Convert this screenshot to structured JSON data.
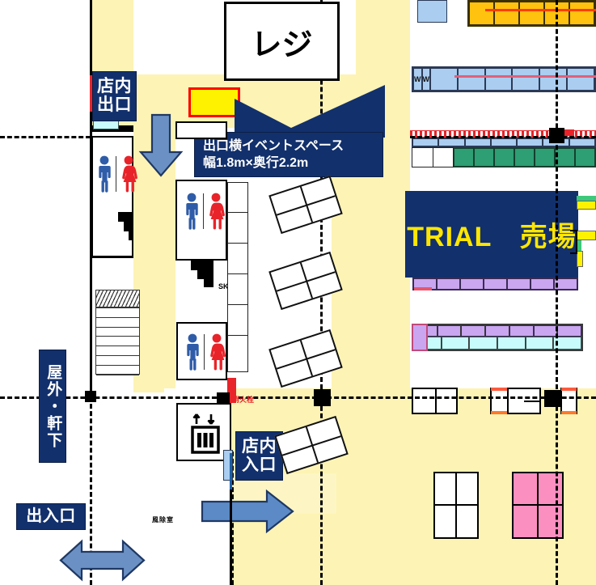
{
  "plan": {
    "title_regi": "レジ",
    "trial_banner": "TRIAL　売場",
    "labels": {
      "store_exit": "店内\n出口",
      "store_exit_line1": "店内",
      "store_exit_line2": "出口",
      "store_entrance_line1": "店内",
      "store_entrance_line2": "入口",
      "outdoor_eaves": "屋外・軒下",
      "gateway": "出入口",
      "sk": "SK",
      "fire_hydrant": "消火栓",
      "vestibule": "風除室",
      "washer_1": "W",
      "washer_2": "W"
    },
    "callout": {
      "line1": "出口横イベントスペース",
      "line2": "幅1.8m×奥行2.2m"
    },
    "event_space": {
      "fill": "#fff200",
      "stroke": "#ff0000"
    },
    "colors": {
      "navy": "#12306c",
      "yellow_text": "#ffe600",
      "aisle": "#fdf3b4",
      "arrow_blue": "#6b91c4",
      "arrow_blue_stroke": "#1f3864",
      "male": "#2f5ca8",
      "female": "#e8242a",
      "green_fixture": "#2e9e74",
      "orange_fixture": "#ffc20e",
      "purple_fixture": "#c9a6ef",
      "blue_fixture": "#aacdf0",
      "pink_fixture": "#fb8fc0",
      "cyan_fixture": "#c8fcfc"
    },
    "fixtures": {
      "tilted_shelves_count": 4,
      "tilted_shelf_cells": 4,
      "top_orange_bay_cells": 5,
      "blue_bay_cells": 8,
      "green_bay_cells": 7,
      "purple_bay_cells": 7,
      "cyan_bay_cells": 6,
      "bottom_plain_cells": 4,
      "bottom_pink_cells": 4
    }
  }
}
